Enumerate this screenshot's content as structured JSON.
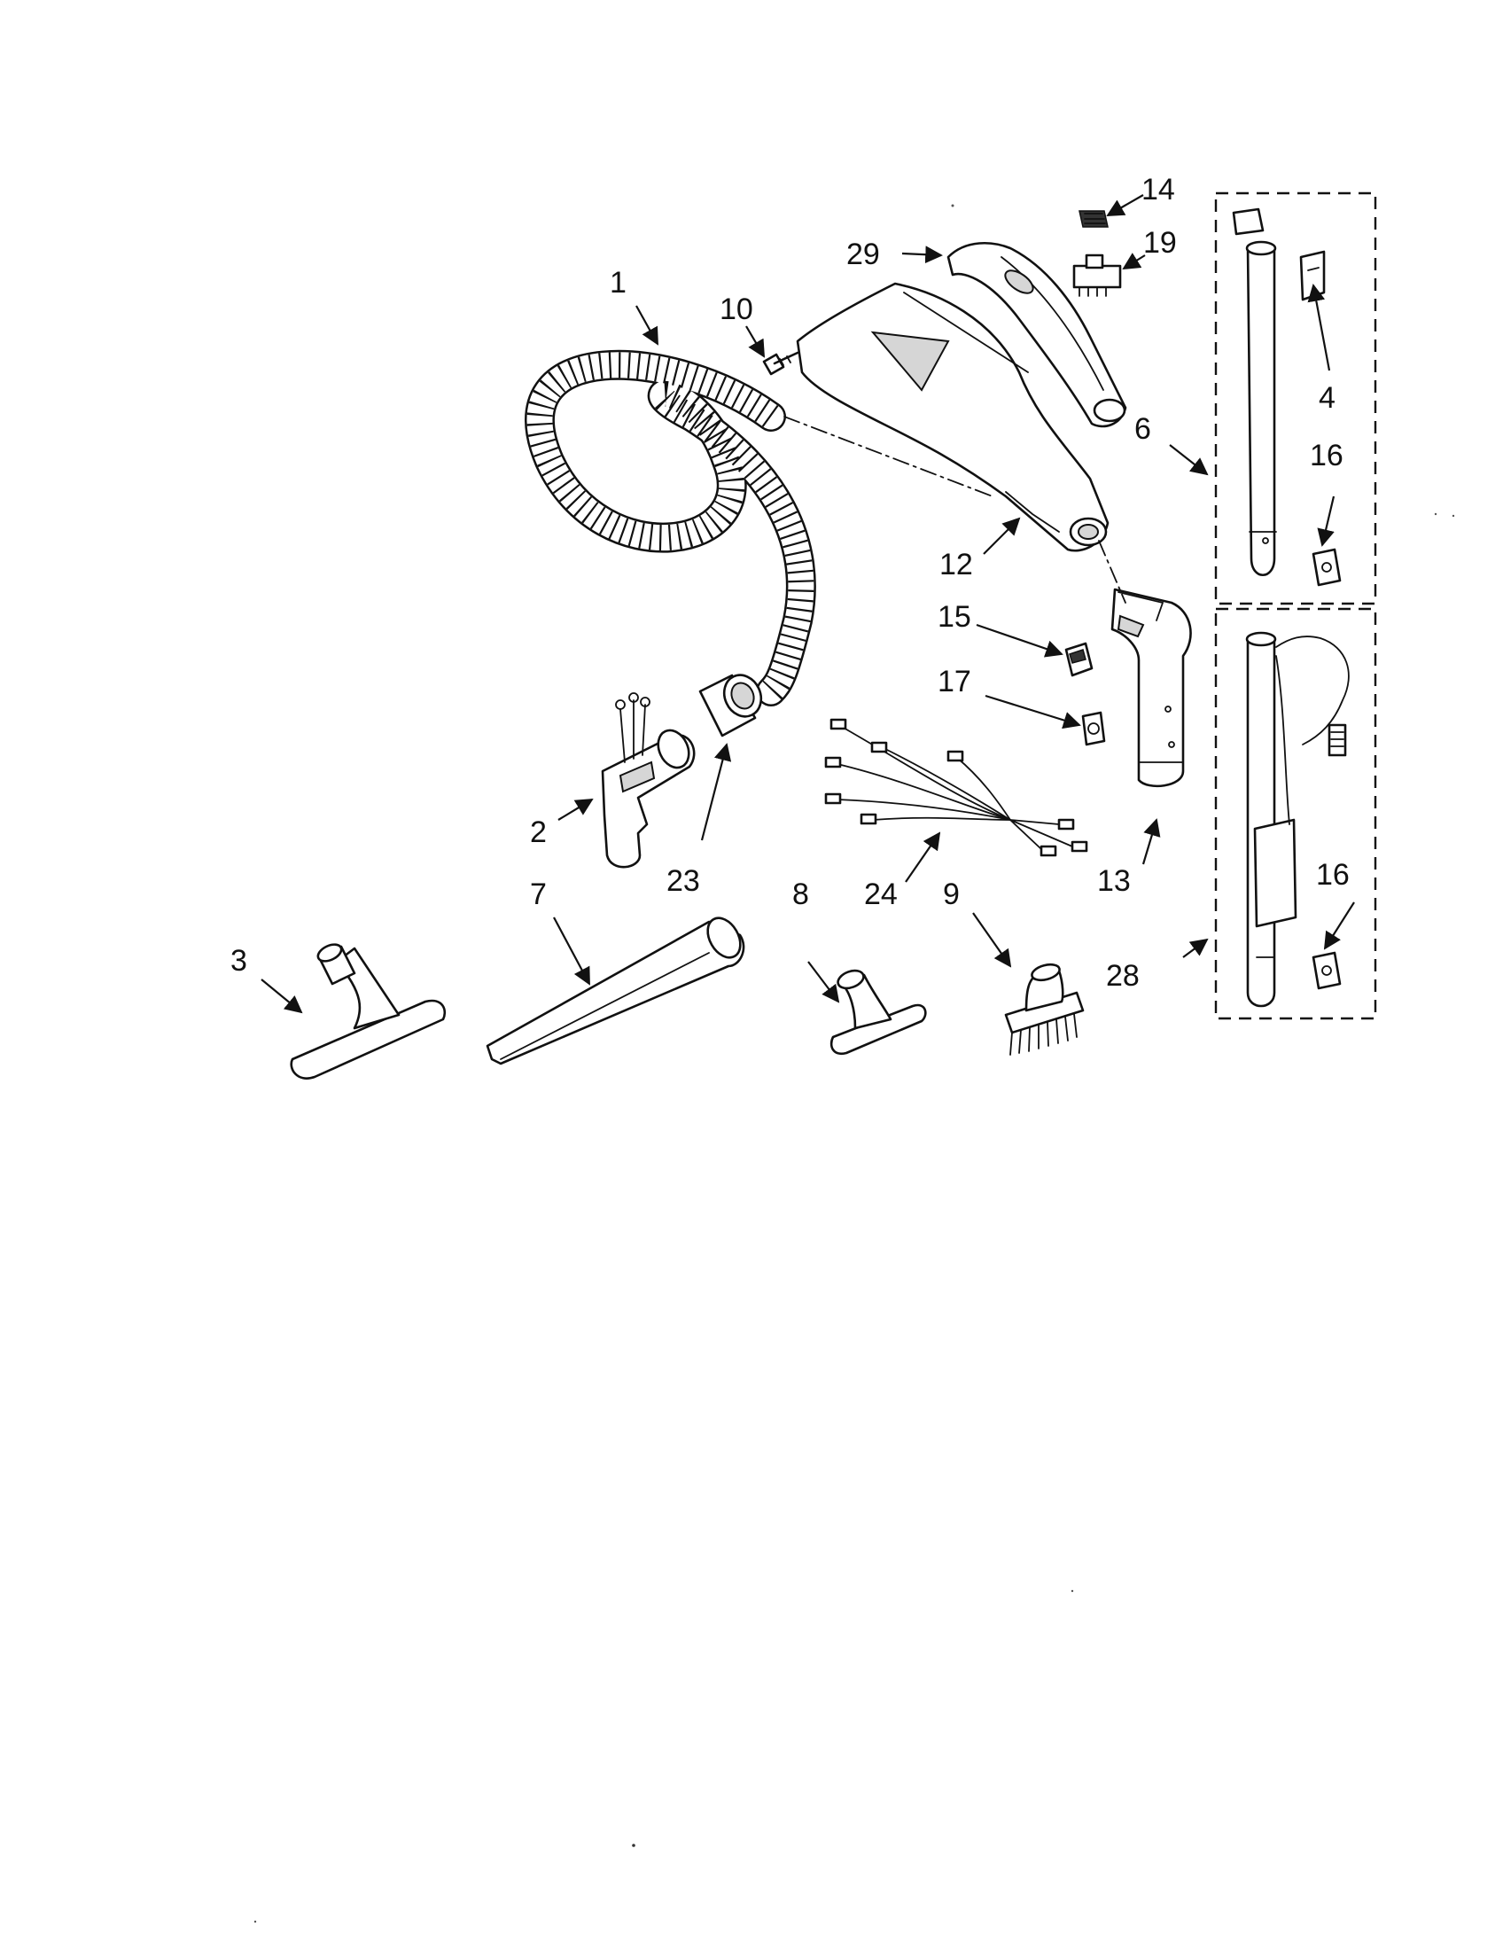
{
  "diagram": {
    "callouts": [
      "1",
      "2",
      "3",
      "4",
      "6",
      "7",
      "8",
      "9",
      "10",
      "12",
      "13",
      "14",
      "15",
      "16",
      "16",
      "17",
      "19",
      "23",
      "24",
      "28",
      "29"
    ]
  }
}
